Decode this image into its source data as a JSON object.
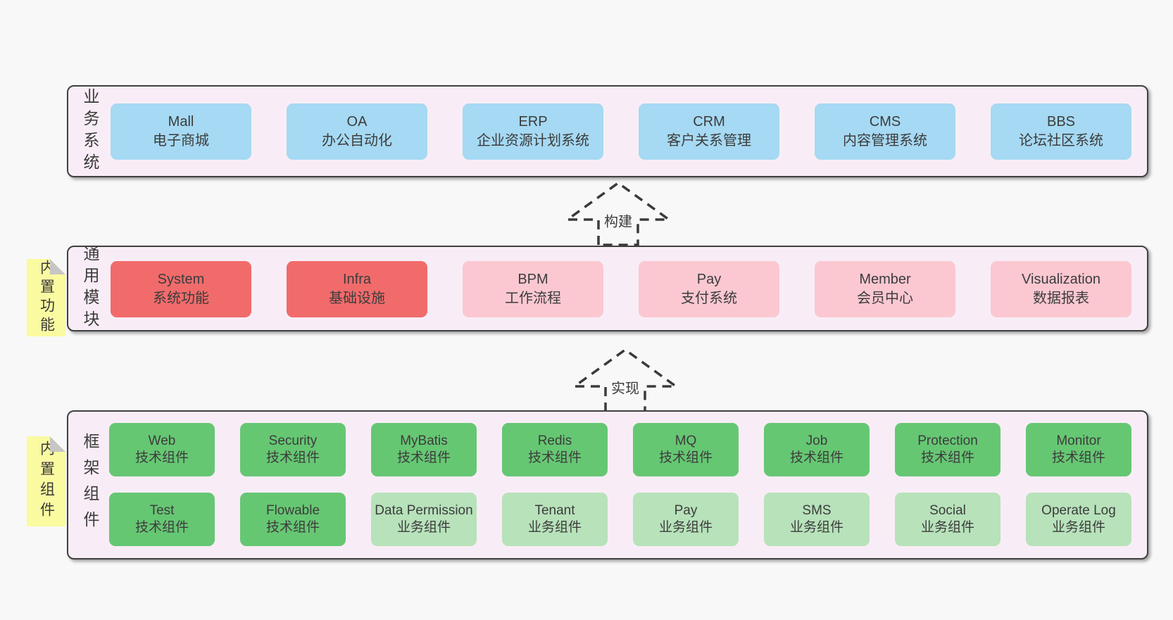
{
  "palette": {
    "page_background": "#f8f8f8",
    "layer_fill": "#f8edf6",
    "layer_border": "#404040",
    "blue_box": "#a6d9f3",
    "red_box": "#f16b6b",
    "pink_box": "#fbc8d2",
    "green_box": "#66c773",
    "light_green_box": "#b7e2ba",
    "sticky_note": "#fafaa1",
    "sticky_fold": "#c6c6c6",
    "text": "#3b3b3b",
    "arrow_stroke": "#3a3a3a"
  },
  "arrows": {
    "build": "构建",
    "implement": "实现"
  },
  "layers": {
    "business": {
      "label": "业务系统",
      "boxes": [
        {
          "title": "Mall",
          "subtitle": "电子商城"
        },
        {
          "title": "OA",
          "subtitle": "办公自动化"
        },
        {
          "title": "ERP",
          "subtitle": "企业资源计划系统"
        },
        {
          "title": "CRM",
          "subtitle": "客户关系管理"
        },
        {
          "title": "CMS",
          "subtitle": "内容管理系统"
        },
        {
          "title": "BBS",
          "subtitle": "论坛社区系统"
        }
      ]
    },
    "modules": {
      "label": "通用模块",
      "tag": "内置功能",
      "boxes": [
        {
          "title": "System",
          "subtitle": "系统功能"
        },
        {
          "title": "Infra",
          "subtitle": "基础设施"
        },
        {
          "title": "BPM",
          "subtitle": "工作流程"
        },
        {
          "title": "Pay",
          "subtitle": "支付系统"
        },
        {
          "title": "Member",
          "subtitle": "会员中心"
        },
        {
          "title": "Visualization",
          "subtitle": "数据报表"
        }
      ]
    },
    "framework": {
      "label": "框架组件",
      "tag": "内置组件",
      "row1": [
        {
          "title": "Web",
          "subtitle": "技术组件"
        },
        {
          "title": "Security",
          "subtitle": "技术组件"
        },
        {
          "title": "MyBatis",
          "subtitle": "技术组件"
        },
        {
          "title": "Redis",
          "subtitle": "技术组件"
        },
        {
          "title": "MQ",
          "subtitle": "技术组件"
        },
        {
          "title": "Job",
          "subtitle": "技术组件"
        },
        {
          "title": "Protection",
          "subtitle": "技术组件"
        },
        {
          "title": "Monitor",
          "subtitle": "技术组件"
        }
      ],
      "row2": [
        {
          "title": "Test",
          "subtitle": "技术组件"
        },
        {
          "title": "Flowable",
          "subtitle": "技术组件"
        },
        {
          "title": "Data Permission",
          "subtitle": "业务组件"
        },
        {
          "title": "Tenant",
          "subtitle": "业务组件"
        },
        {
          "title": "Pay",
          "subtitle": "业务组件"
        },
        {
          "title": "SMS",
          "subtitle": "业务组件"
        },
        {
          "title": "Social",
          "subtitle": "业务组件"
        },
        {
          "title": "Operate Log",
          "subtitle": "业务组件"
        }
      ]
    }
  }
}
